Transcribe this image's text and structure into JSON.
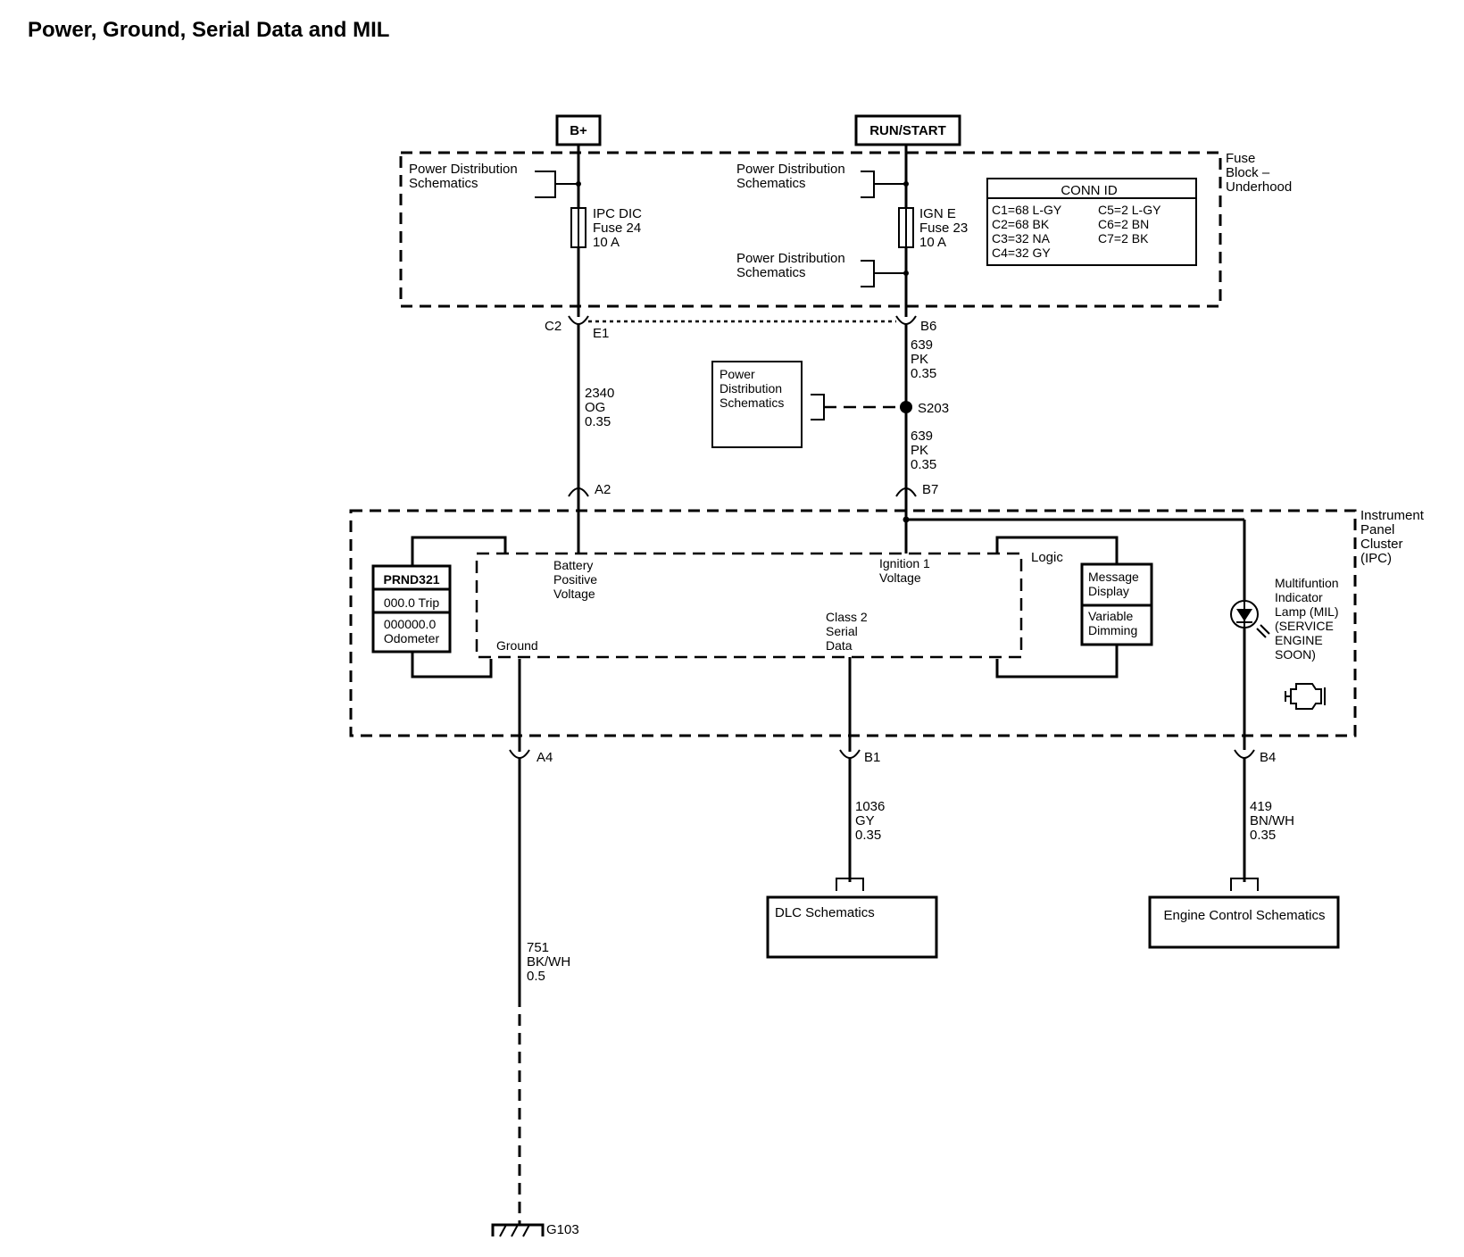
{
  "title": "Power, Ground, Serial Data and MIL",
  "power_sources": {
    "bplus": "B+",
    "run_start": "RUN/START"
  },
  "fuse_block": {
    "label": [
      "Fuse",
      "Block –",
      "Underhood"
    ],
    "pds_ref_1": [
      "Power Distribution",
      "Schematics"
    ],
    "pds_ref_2": [
      "Power Distribution",
      "Schematics"
    ],
    "pds_ref_3": [
      "Power Distribution",
      "Schematics"
    ],
    "fuse_left": [
      "IPC DIC",
      "Fuse 24",
      "10 A"
    ],
    "fuse_right": [
      "IGN E",
      "Fuse 23",
      "10 A"
    ]
  },
  "conn_id": {
    "title": "CONN ID",
    "left": [
      "C1=68 L-GY",
      "C2=68 BK",
      "C3=32 NA",
      "C4=32 GY"
    ],
    "right": [
      "C5=2 L-GY",
      "C6=2 BN",
      "C7=2 BK"
    ]
  },
  "connectors": {
    "c2": "C2",
    "e1": "E1",
    "b6": "B6",
    "a2": "A2",
    "b7": "B7",
    "a4": "A4",
    "b1": "B1",
    "b4": "B4",
    "s203": "S203",
    "g103": "G103"
  },
  "wires": {
    "w2340": [
      "2340",
      "OG",
      "0.35"
    ],
    "w639a": [
      "639",
      "PK",
      "0.35"
    ],
    "w639b": [
      "639",
      "PK",
      "0.35"
    ],
    "w1036": [
      "1036",
      "GY",
      "0.35"
    ],
    "w419": [
      "419",
      "BN/WH",
      "0.35"
    ],
    "w751": [
      "751",
      "BK/WH",
      "0.5"
    ]
  },
  "pds_box": [
    "Power",
    "Distribution",
    "Schematics"
  ],
  "ipc": {
    "label": [
      "Instrument",
      "Panel",
      "Cluster",
      "(IPC)"
    ],
    "battery": [
      "Battery",
      "Positive",
      "Voltage"
    ],
    "ignition": [
      "Ignition 1",
      "Voltage"
    ],
    "serial": [
      "Class 2",
      "Serial",
      "Data"
    ],
    "ground": "Ground",
    "logic": "Logic",
    "display_prnd": "PRND321",
    "display_trip": "000.0 Trip",
    "display_odo": [
      "000000.0",
      "Odometer"
    ],
    "message_display": [
      "Message",
      "Display"
    ],
    "variable_dimming": [
      "Variable",
      "Dimming"
    ],
    "mil": [
      "Multifuntion",
      "Indicator",
      "Lamp (MIL)",
      "(SERVICE",
      "ENGINE",
      "SOON)"
    ],
    "engine_icon": "engine-icon"
  },
  "destinations": {
    "dlc": "DLC Schematics",
    "engine": "Engine Control Schematics"
  }
}
